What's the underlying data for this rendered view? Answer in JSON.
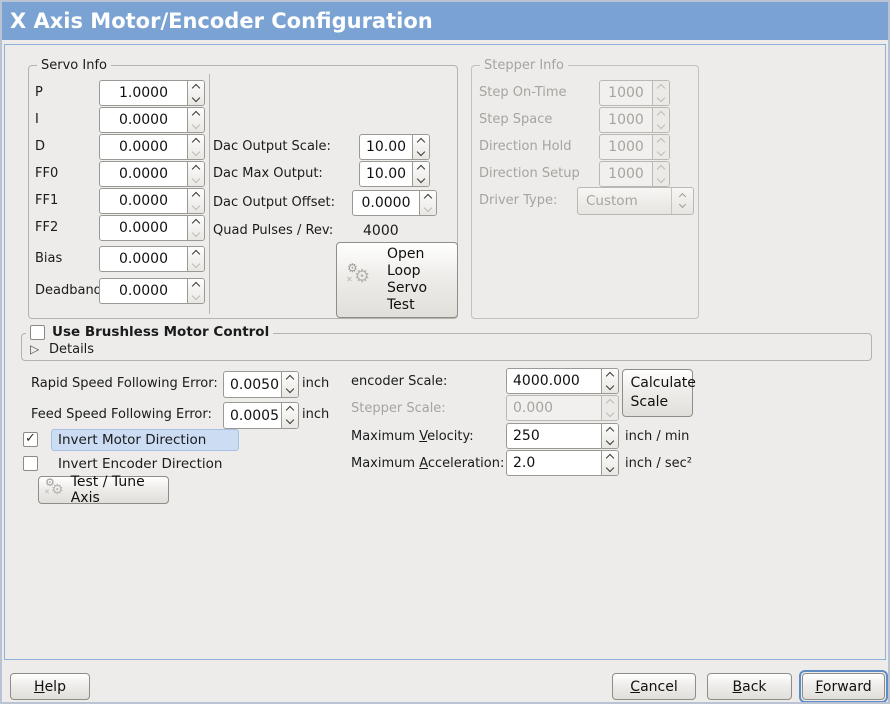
{
  "window": {
    "title": "X Axis Motor/Encoder Configuration"
  },
  "colors": {
    "titlebar": "#7aa2d3",
    "background": "#edeceb",
    "content_border": "#8fb0d8",
    "selection_highlight": "#cbdcf3"
  },
  "servo": {
    "legend": "Servo Info",
    "rows": [
      {
        "label": "P",
        "value": "1.0000"
      },
      {
        "label": "I",
        "value": "0.0000"
      },
      {
        "label": "D",
        "value": "0.0000"
      },
      {
        "label": "FF0",
        "value": "0.0000"
      },
      {
        "label": "FF1",
        "value": "0.0000"
      },
      {
        "label": "FF2",
        "value": "0.0000"
      },
      {
        "label": "Bias",
        "value": "0.0000"
      },
      {
        "label": "Deadband",
        "value": "0.0000"
      }
    ]
  },
  "dac": {
    "scale_label": "Dac Output Scale:",
    "scale_value": "10.00",
    "max_label": "Dac Max Output:",
    "max_value": "10.00",
    "offset_label": "Dac Output Offset:",
    "offset_value": "0.0000",
    "quad_label": "Quad Pulses / Rev:",
    "quad_value": "4000",
    "open_loop_button": "Open Loop Servo Test",
    "gears_icon": "⚙"
  },
  "stepper": {
    "legend": "Stepper Info",
    "rows": [
      {
        "label": "Step On-Time",
        "value": "1000"
      },
      {
        "label": "Step Space",
        "value": "1000"
      },
      {
        "label": "Direction Hold",
        "value": "1000"
      },
      {
        "label": "Direction Setup",
        "value": "1000"
      }
    ],
    "driver_label": "Driver Type:",
    "driver_value": "Custom"
  },
  "brushless": {
    "checkbox_label": "Use Brushless Motor Control",
    "details_label": "Details",
    "expander_icon": "▷"
  },
  "following_error": {
    "rapid_label": "Rapid Speed Following Error:",
    "rapid_value": "0.0050",
    "rapid_unit": "inch",
    "feed_label": "Feed Speed Following Error:",
    "feed_value": "0.0005",
    "feed_unit": "inch"
  },
  "options": {
    "invert_motor_label": "Invert Motor Direction",
    "invert_encoder_label": "Invert Encoder Direction",
    "test_tune_button": "Test / Tune Axis",
    "gears_icon": "⚙"
  },
  "scales": {
    "encoder_label": "encoder Scale:",
    "encoder_value": "4000.000",
    "calculate_button": "Calculate Scale",
    "stepper_label": "Stepper Scale:",
    "stepper_value": "0.000",
    "velocity_pre": "Maximum ",
    "velocity_mn": "V",
    "velocity_post": "elocity:",
    "velocity_value": "250",
    "velocity_unit": "inch / min",
    "accel_pre": "Maximum ",
    "accel_mn": "A",
    "accel_post": "cceleration:",
    "accel_value": "2.0",
    "accel_unit": "inch / sec²"
  },
  "footer": {
    "help": "Help",
    "cancel": "Cancel",
    "back": "Back",
    "forward": "Forward"
  }
}
